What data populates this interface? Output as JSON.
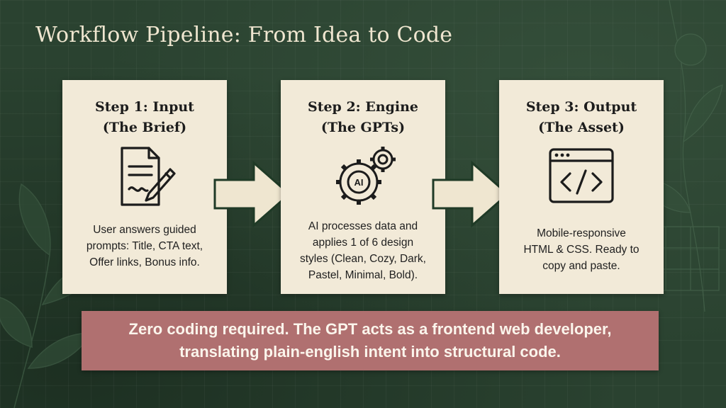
{
  "title": "Workflow Pipeline: From Idea to Code",
  "steps": [
    {
      "title_line1": "Step 1: Input",
      "title_line2": "(The Brief)",
      "icon": "document-pencil-icon",
      "desc_lines": [
        "User answers guided",
        "prompts: Title, CTA text,",
        "Offer links, Bonus info."
      ]
    },
    {
      "title_line1": "Step 2: Engine",
      "title_line2": "(The GPTs)",
      "icon": "ai-gears-icon",
      "icon_label": "AI",
      "desc_lines": [
        "AI processes data and",
        "applies 1 of 6 design",
        "styles (Clean, Cozy, Dark,",
        "Pastel, Minimal, Bold)."
      ]
    },
    {
      "title_line1": "Step 3: Output",
      "title_line2": "(The Asset)",
      "icon": "code-window-icon",
      "desc_lines": [
        "Mobile-responsive",
        "HTML & CSS. Ready to",
        "copy and paste."
      ]
    }
  ],
  "banner": {
    "line1": "Zero coding required. The GPT acts as a frontend web developer,",
    "line2": "translating plain-english intent into structural code."
  },
  "colors": {
    "background": "#2a4230",
    "card": "#f2ead8",
    "banner": "#b07070",
    "arrow_fill": "#efe6d0",
    "arrow_stroke": "#1f3a26"
  }
}
